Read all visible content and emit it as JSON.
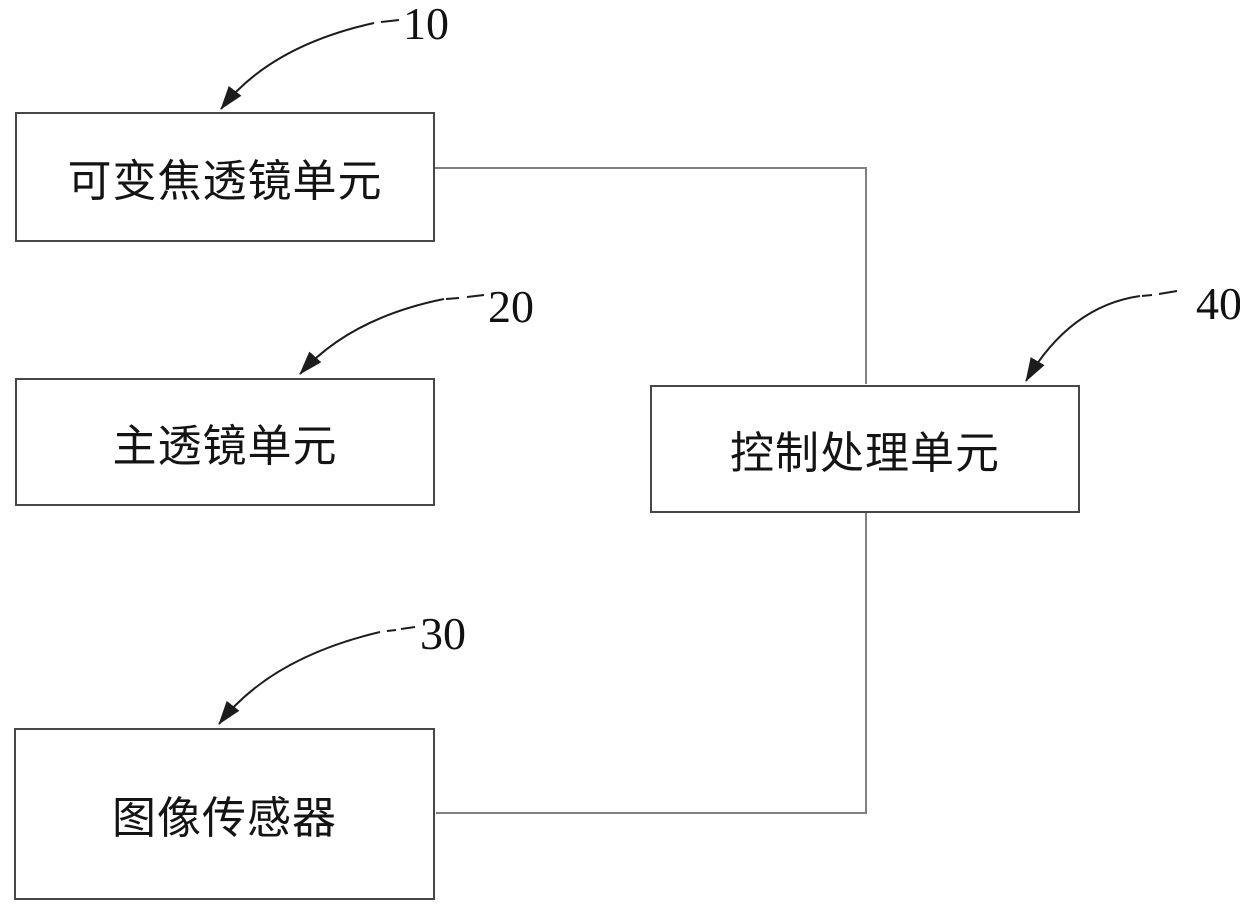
{
  "figure": {
    "type": "patent-block-diagram",
    "background_color": "#ffffff",
    "box_border_color": "#474747",
    "connector_color": "#808080",
    "leader_color": "#1c1c1c",
    "text_color": "#141414",
    "boxes": [
      {
        "id": "variable-focus-lens-unit",
        "label": "可变焦透镜单元",
        "ref": "10"
      },
      {
        "id": "main-lens-unit",
        "label": "主透镜单元",
        "ref": "20"
      },
      {
        "id": "image-sensor",
        "label": "图像传感器",
        "ref": "30"
      },
      {
        "id": "control-processing-unit",
        "label": "控制处理单元",
        "ref": "40"
      }
    ],
    "ref_labels": {
      "r10": "10",
      "r20": "20",
      "r30": "30",
      "r40": "40"
    },
    "connections": [
      {
        "from": "variable-focus-lens-unit",
        "to": "control-processing-unit",
        "style": "orthogonal"
      },
      {
        "from": "control-processing-unit",
        "to": "image-sensor",
        "style": "orthogonal"
      }
    ]
  }
}
